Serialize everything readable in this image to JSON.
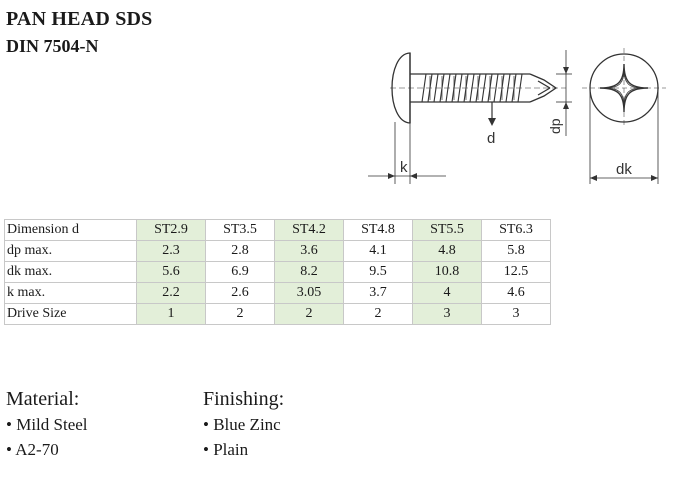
{
  "header": {
    "title": "PAN HEAD SDS",
    "standard": "DIN 7504-N"
  },
  "drawing": {
    "labels": {
      "d": "d",
      "dp": "dp",
      "k": "k",
      "dk": "dk"
    }
  },
  "table": {
    "rows": [
      {
        "label": "Dimension d",
        "values": [
          "ST2.9",
          "ST3.5",
          "ST4.2",
          "ST4.8",
          "ST5.5",
          "ST6.3"
        ]
      },
      {
        "label": "dp max.",
        "values": [
          "2.3",
          "2.8",
          "3.6",
          "4.1",
          "4.8",
          "5.8"
        ]
      },
      {
        "label": "dk max.",
        "values": [
          "5.6",
          "6.9",
          "8.2",
          "9.5",
          "10.8",
          "12.5"
        ]
      },
      {
        "label": "k max.",
        "values": [
          "2.2",
          "2.6",
          "3.05",
          "3.7",
          "4",
          "4.6"
        ]
      },
      {
        "label": "Drive Size",
        "values": [
          "1",
          "2",
          "2",
          "2",
          "3",
          "3"
        ]
      }
    ],
    "highlight_columns": [
      0,
      2,
      4
    ],
    "highlight_color": "#e3efd9"
  },
  "material": {
    "heading": "Material:",
    "items": [
      "• Mild Steel",
      "• A2-70"
    ]
  },
  "finishing": {
    "heading": "Finishing:",
    "items": [
      "• Blue Zinc",
      "• Plain"
    ]
  }
}
